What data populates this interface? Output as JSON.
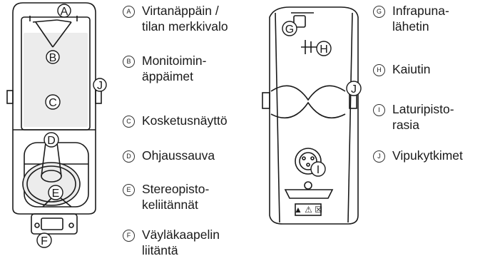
{
  "callouts": [
    "A",
    "B",
    "C",
    "D",
    "E",
    "F",
    "G",
    "H",
    "I",
    "J"
  ],
  "device_labels": {
    "warning_symbols": "▲ ⚠ ☒"
  },
  "legend": [
    {
      "letter": "A",
      "text": "Virtanäppäin /\ntilan merkkivalo"
    },
    {
      "letter": "B",
      "text": "Monitoimin-\näppäimet"
    },
    {
      "letter": "C",
      "text": "Kosketusnäyttö"
    },
    {
      "letter": "D",
      "text": "Ohjaussauva"
    },
    {
      "letter": "E",
      "text": "Stereopisto-\nkeliitännät"
    },
    {
      "letter": "F",
      "text": "Väyläkaapelin\nliitäntä"
    },
    {
      "letter": "G",
      "text": "Infrapuna-\nlähetin"
    },
    {
      "letter": "H",
      "text": "Kaiutin"
    },
    {
      "letter": "I",
      "text": "Laturipisto-\nrasia"
    },
    {
      "letter": "J",
      "text": "Vipukytkimet"
    }
  ],
  "colors": {
    "line": "#1a1a1a",
    "screen": "#ececec",
    "fill": "#ffffff"
  }
}
